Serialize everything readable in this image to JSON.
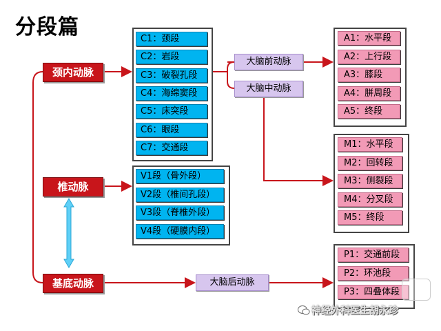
{
  "title": "分段篇",
  "arteries": {
    "ica": "颈内动脉",
    "va": "椎动脉",
    "ba": "基底动脉"
  },
  "ica_segments": [
    "C1：颈段",
    "C2：岩段",
    "C3：破裂孔段",
    "C4：海绵窦段",
    "C5：床突段",
    "C6：眼段",
    "C7：交通段"
  ],
  "va_segments": [
    "V1段（骨外段）",
    "V2段（椎间孔段）",
    "V3段（脊椎外段）",
    "V4段（硬膜内段）"
  ],
  "branches": {
    "aca": "大脑前动脉",
    "mca": "大脑中动脉",
    "pca": "大脑后动脉"
  },
  "aca_segments": [
    "A1：水平段",
    "A2：上行段",
    "A3：膝段",
    "A4：胼周段",
    "A5：终段"
  ],
  "mca_segments": [
    "M1：水平段",
    "M2：回转段",
    "M3：侧裂段",
    "M4：分叉段",
    "M5：终段"
  ],
  "pca_segments": [
    "P1：交通前段",
    "P2：环池段",
    "P3：四叠体段"
  ],
  "watermark": "神经外科医生胡永珍",
  "colors": {
    "red": "#c8151b",
    "cyan": "#00b4f0",
    "pink": "#f29ab6",
    "purple": "#d7c6ee",
    "line": "#c8151b"
  }
}
